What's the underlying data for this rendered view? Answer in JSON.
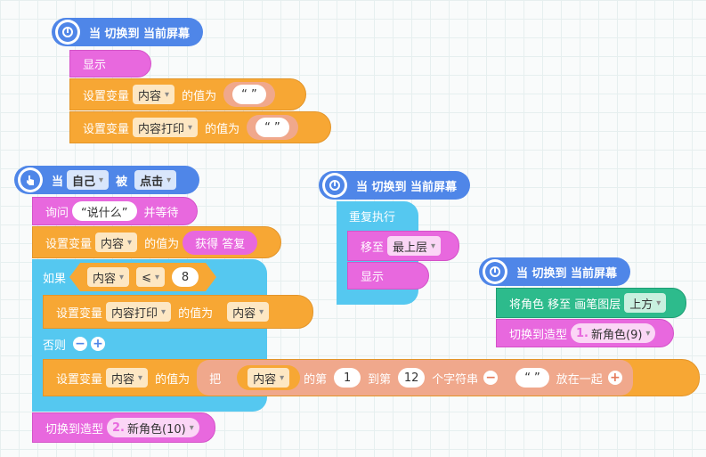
{
  "blocks": {
    "event_label": "当 切换到 当前屏幕",
    "show": "显示",
    "set_var": "设置变量",
    "value_of": "的值为",
    "empty_str": "“ ”",
    "var_content": "内容",
    "var_content_print": "内容打印",
    "when": "当",
    "sprite_self": "自己",
    "clicked": "被",
    "click_action": "点击",
    "ask": "询问",
    "ask_text": "“说什么”",
    "and_wait": "并等待",
    "get_answer": "获得 答复",
    "if": "如果",
    "le": "⩽",
    "num8": "8",
    "else": "否则",
    "join_take": "把",
    "nth_from": "的第",
    "num1": "1",
    "to_nth": "到第",
    "num12": "12",
    "chars_str": "个字符串",
    "put_together": "放在一起",
    "switch_costume": "切换到造型",
    "costume_num_2": "2.",
    "costume_name_10": "新角色(10)",
    "repeat": "重复执行",
    "move_to": "移至",
    "top_layer": "最上层",
    "move_role": "将角色 移至 画笔图层",
    "above": "上方",
    "costume_num_1": "1.",
    "costume_name_9": "新角色(9)"
  }
}
